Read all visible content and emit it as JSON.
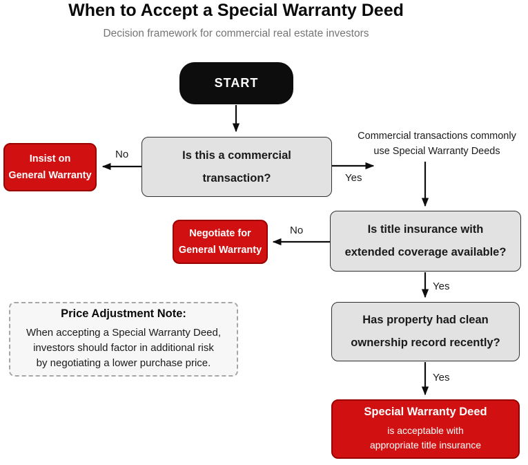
{
  "header": {
    "title": "When to Accept a Special Warranty Deed",
    "subtitle": "Decision framework for commercial real estate investors"
  },
  "nodes": {
    "start": {
      "label": "START"
    },
    "q_commercial": {
      "label": "Is this a commercial\ntransaction?"
    },
    "q_title_insurance": {
      "label": "Is title insurance with\nextended coverage available?"
    },
    "q_clean_record": {
      "label": "Has property had clean\nownership record recently?"
    },
    "insist_general": {
      "label": "Insist on\nGeneral Warranty"
    },
    "negotiate_general": {
      "label": "Negotiate for\nGeneral Warranty"
    },
    "accept": {
      "title": "Special Warranty Deed",
      "body": "is acceptable with\nappropriate title insurance"
    }
  },
  "edge_labels": {
    "no1": "No",
    "yes1": "Yes",
    "no2": "No",
    "yes2": "Yes",
    "yes3": "Yes"
  },
  "annotation": {
    "text": "Commercial transactions commonly\nuse Special Warranty Deeds"
  },
  "note": {
    "title": "Price Adjustment Note:",
    "body": "When accepting a Special Warranty Deed,\ninvestors should factor in additional risk\nby negotiating a lower purchase price."
  },
  "colors": {
    "red": "#d11111",
    "red_border": "#9b0000",
    "gray_fill": "#e2e2e2",
    "gray_border": "#2f2f2f",
    "black": "#0d0d0d",
    "note_fill": "#f7f7f7",
    "note_border": "#a6a6a6",
    "subtitle": "#757575"
  }
}
